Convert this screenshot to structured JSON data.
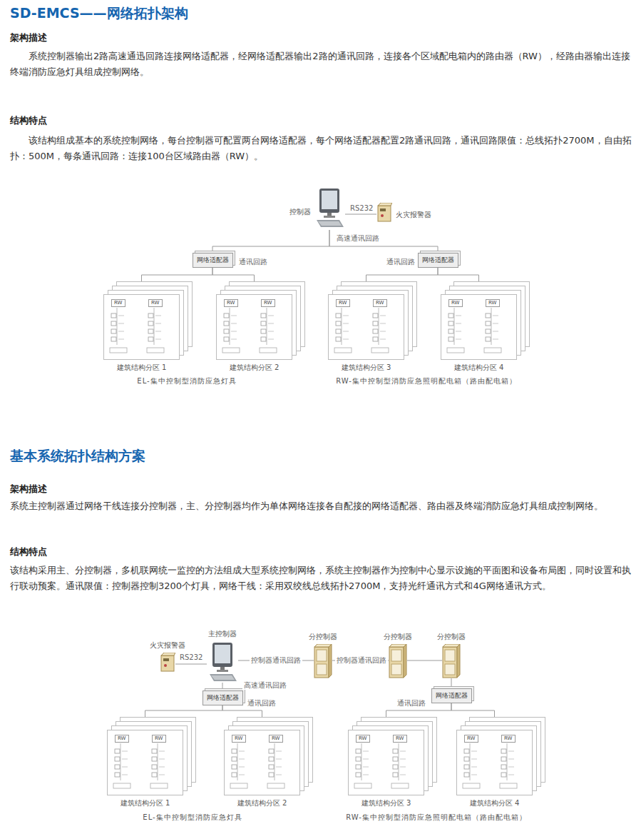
{
  "diagram": {
    "title": "SD-EMCS——网络拓扑架构",
    "nodes": [
      {
        "text": [
          "控制器"
        ]
      },
      {
        "text": [
          "火灾报警器"
        ]
      },
      {
        "text": [
          "网络适配器"
        ]
      },
      {
        "text": [
          "网络适配器"
        ]
      },
      {
        "text": [
          "建筑结构分区 1"
        ]
      },
      {
        "text": [
          "RW"
        ],
        "in": 4
      },
      {
        "text": [
          "RW"
        ],
        "in": 4
      },
      {
        "text": [
          "建筑结构分区 2"
        ]
      },
      {
        "text": [
          "RW"
        ],
        "in": 7
      },
      {
        "text": [
          "RW"
        ],
        "in": 7
      },
      {
        "text": [
          "建筑结构分区 3"
        ]
      },
      {
        "text": [
          "RW"
        ],
        "in": 10
      },
      {
        "text": [
          "RW"
        ],
        "in": 10
      },
      {
        "text": [
          "建筑结构分区 4"
        ]
      },
      {
        "text": [
          "RW"
        ],
        "in": 13
      },
      {
        "text": [
          "RW"
        ],
        "in": 13
      },
      {
        "text": [
          "火灾报警器"
        ]
      },
      {
        "text": [
          "主控制器"
        ]
      },
      {
        "text": [
          "分控制器"
        ]
      },
      {
        "text": [
          "分控制器"
        ]
      },
      {
        "text": [
          "分控制器"
        ]
      },
      {
        "text": [
          "网络适配器"
        ]
      },
      {
        "text": [
          "网络适配器"
        ]
      },
      {
        "text": [
          "建筑结构分区 1"
        ]
      },
      {
        "text": [
          "RW"
        ],
        "in": 23
      },
      {
        "text": [
          "RW"
        ],
        "in": 23
      },
      {
        "text": [
          "建筑结构分区 2"
        ]
      },
      {
        "text": [
          "RW"
        ],
        "in": 26
      },
      {
        "text": [
          "RW"
        ],
        "in": 26
      },
      {
        "text": [
          "建筑结构分区 3"
        ]
      },
      {
        "text": [
          "RW"
        ],
        "in": 29
      },
      {
        "text": [
          "RW"
        ],
        "in": 29
      },
      {
        "text": [
          "建筑结构分区 4"
        ]
      },
      {
        "text": [
          "RW"
        ],
        "in": 32
      },
      {
        "text": [
          "RW"
        ],
        "in": 32
      }
    ],
    "edges": [
      {
        "from": 0,
        "to": 1,
        "label": "RS232",
        "arrow": "none"
      },
      {
        "from": 0,
        "to": 2,
        "label": "高速通讯回路",
        "arrow": "none"
      },
      {
        "from": 0,
        "to": 3,
        "arrow": "none"
      },
      {
        "from": 2,
        "to": 4,
        "label": "通讯回路",
        "arrow": "none"
      },
      {
        "from": 2,
        "to": 7,
        "arrow": "none"
      },
      {
        "from": 3,
        "to": 10,
        "label": "通讯回路",
        "arrow": "none"
      },
      {
        "from": 3,
        "to": 13,
        "arrow": "none"
      },
      {
        "from": 16,
        "to": 17,
        "label": "RS232",
        "arrow": "none"
      },
      {
        "from": 17,
        "to": 18,
        "label": "控制器通讯回路",
        "arrow": "none"
      },
      {
        "from": 18,
        "to": 19,
        "label": "控制器通讯回路",
        "arrow": "none"
      },
      {
        "from": 19,
        "to": 20,
        "arrow": "none"
      },
      {
        "from": 17,
        "to": 21,
        "label": "高速通讯回路",
        "arrow": "none"
      },
      {
        "from": 20,
        "to": 22,
        "arrow": "none"
      },
      {
        "from": 21,
        "to": 23,
        "label": "通讯回路",
        "arrow": "none"
      },
      {
        "from": 21,
        "to": 26,
        "arrow": "none"
      },
      {
        "from": 22,
        "to": 29,
        "label": "通讯回路",
        "arrow": "none"
      },
      {
        "from": 22,
        "to": 32,
        "arrow": "none"
      }
    ],
    "labels": [
      "架构描述",
      "系统控制器输出2路高速通迅回路连接网络适配器，经网络适配器输出2路的通讯回路，连接各个区域配电箱内的路由器（RW），经路由器输出连接终端消防应急灯具组成控制网络。",
      "结构特点",
      "该结构组成基本的系统控制网络，每台控制器可配置两台网络适配器，每个网络适配器配置2路通讯回路，通讯回路限值：总线拓扑2700M，自由拓扑：500M，每条通讯回路：连接100台区域路由器（RW）。",
      "EL-集中控制型消防应急灯具",
      "RW-集中控制型消防应急照明配电箱（路由配电箱）",
      "基本系统拓扑结构方案",
      "架构描述",
      "系统主控制器通过网络干线连接分控制器，主、分控制器均作为单体网络连接各自配接的网络适配器、路由器及终端消防应急灯具组成控制网络。",
      "结构特点",
      "该结构采用主、分控制器，多机联网统一监控的方法组成大型系统控制网络，系统主控制器作为控制中心显示设施的平面图和设备布局图，同时设置和执行联动预案。通讯限值：控制器控制3200个灯具，网络干线：采用双绞线总线拓扑2700M，支持光纤通讯方式和4G网络通讯方式。",
      "EL-集中控制型消防应急灯具",
      "RW-集中控制型消防应急照明配电箱（路由配电箱）"
    ]
  }
}
